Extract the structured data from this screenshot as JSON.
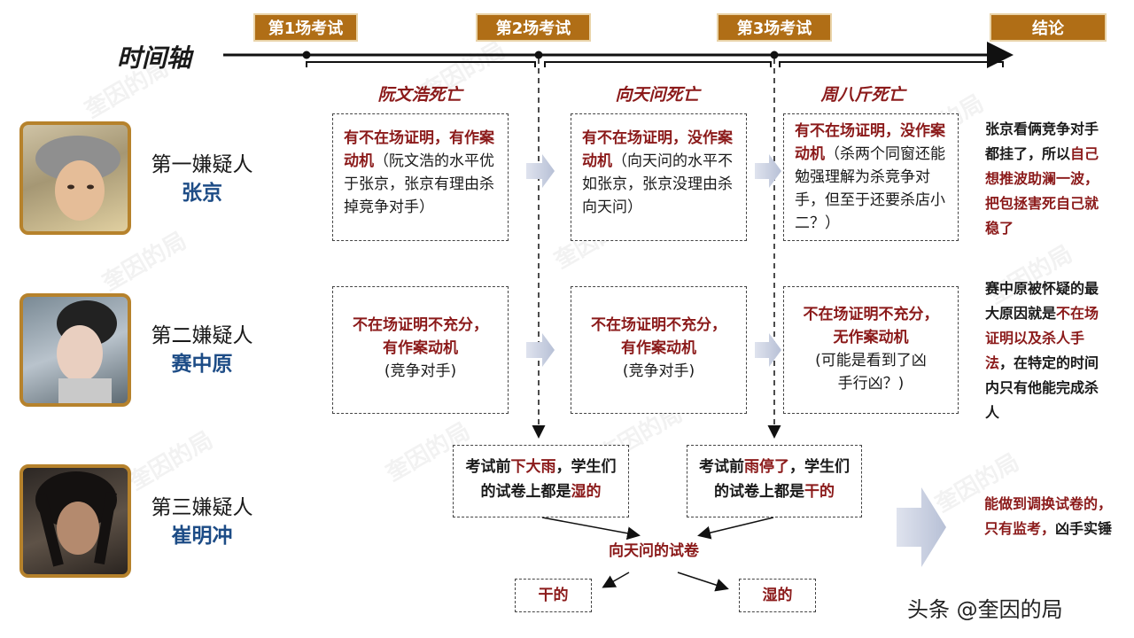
{
  "header": {
    "timeline_title": "时间轴",
    "stages": [
      "第1场考试",
      "第2场考试",
      "第3场考试",
      "结论"
    ],
    "deaths": [
      "阮文浩死亡",
      "向天问死亡",
      "周八斤死亡"
    ]
  },
  "suspects": [
    {
      "rank": "第一嫌疑人",
      "name": "张京"
    },
    {
      "rank": "第二嫌疑人",
      "name": "赛中原"
    },
    {
      "rank": "第三嫌疑人",
      "name": "崔明冲"
    }
  ],
  "boxes": {
    "s1_e1": {
      "red": "有不在场证明，有作案动机",
      "normal": "（阮文浩的水平优于张京，张京有理由杀掉竞争对手）"
    },
    "s1_e2": {
      "red": "有不在场证明，没作案动机",
      "normal": "（向天问的水平不如张京，张京没理由杀向天问）"
    },
    "s1_e3": {
      "red": "有不在场证明，没作案动机",
      "normal": "（杀两个同窗还能勉强理解为杀竞争对手，但至于还要杀店小二？）"
    },
    "s2_e1": {
      "red1": "不在场证明不充分，",
      "red2": "有作案动机",
      "normal": "(竞争对手)"
    },
    "s2_e2": {
      "red1": "不在场证明不充分，",
      "red2": "有作案动机",
      "normal": "(竞争对手)"
    },
    "s2_e3": {
      "red1": "不在场证明不充分，",
      "red2": "无作案动机",
      "normal": "(可能是看到了凶手行凶？)"
    }
  },
  "rain_boxes": {
    "left": {
      "p1": "考试前",
      "r1": "下大雨",
      "p2": "，学生们的试卷上都是",
      "r2": "湿的"
    },
    "right": {
      "p1": "考试前",
      "r1": "雨停了",
      "p2": "，学生们的试卷上都是",
      "r2": "干的"
    }
  },
  "paper": {
    "title": "向天问的试卷",
    "dry": "干的",
    "wet": "湿的"
  },
  "conclusions": {
    "c1": {
      "p1": "张京看俩竞争对手都挂了，所以",
      "r1": "自己想推波助澜一波，把包拯害死自己就稳了"
    },
    "c2": {
      "p1": "赛中原被怀疑的最大原因就是",
      "r1": "不在场证明以及杀人手法",
      "p2": "，在特定的时间内只有他能完成杀人"
    },
    "c3": {
      "r1": "能做到调换试卷的，只有监考，",
      "p1": "凶手实锤"
    }
  },
  "watermark": {
    "brand": "奎因的局",
    "signature": "头条 @奎因的局"
  },
  "colors": {
    "stage": "#b06e16",
    "accent_red": "#8b1a1a",
    "name_blue": "#1d4c86",
    "frame": "#b6822c"
  }
}
